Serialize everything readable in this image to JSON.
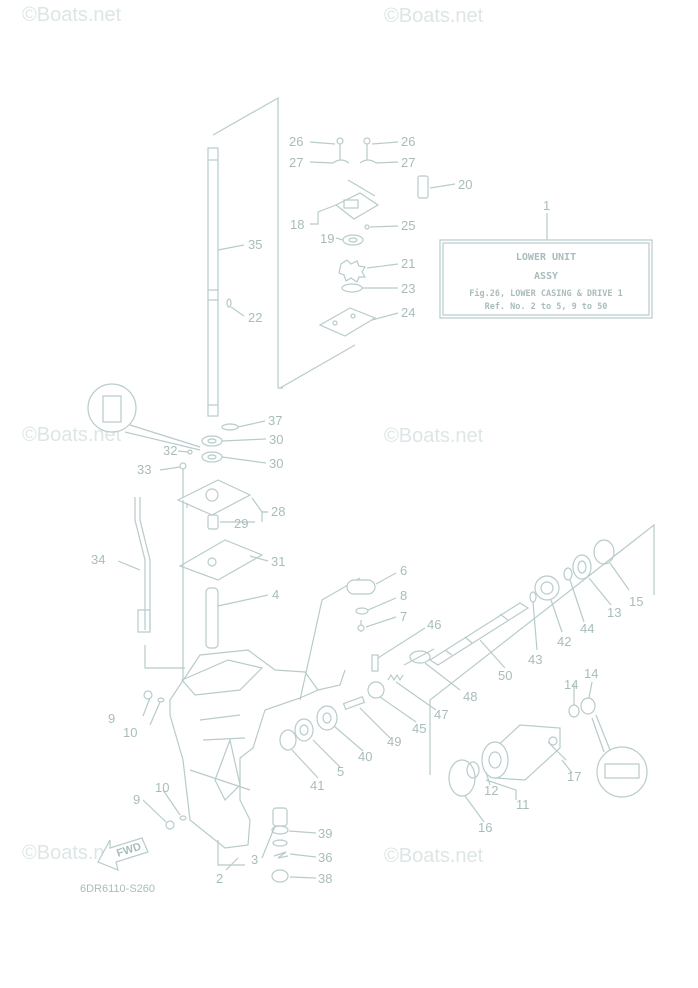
{
  "watermarks": [
    "©Boats.net",
    "©Boats.net",
    "©Boats.net",
    "©Boats.net",
    "©Boats.net",
    "©Boats.net"
  ],
  "info_box": {
    "ref_num": "1",
    "line1": "LOWER UNIT",
    "line2": "ASSY",
    "line3": "Fig.26, LOWER CASING & DRIVE 1",
    "line4": "Ref. No. 2 to 5, 9 to 50"
  },
  "diagram_code": "6DR6110-S260",
  "fwd_label": "FWD",
  "part_labels": [
    "26",
    "26",
    "27",
    "27",
    "20",
    "18",
    "19",
    "25",
    "35",
    "21",
    "23",
    "22",
    "24",
    "37",
    "30",
    "32",
    "30",
    "33",
    "28",
    "29",
    "34",
    "31",
    "4",
    "6",
    "8",
    "7",
    "46",
    "15",
    "13",
    "44",
    "42",
    "43",
    "50",
    "48",
    "14",
    "14",
    "9",
    "10",
    "47",
    "45",
    "49",
    "40",
    "5",
    "41",
    "17",
    "12",
    "11",
    "16",
    "10",
    "9",
    "39",
    "36",
    "3",
    "2",
    "38"
  ],
  "colors": {
    "line": "#b8cbcb",
    "text": "#a9bcbc",
    "watermark": "#dde6e6"
  }
}
